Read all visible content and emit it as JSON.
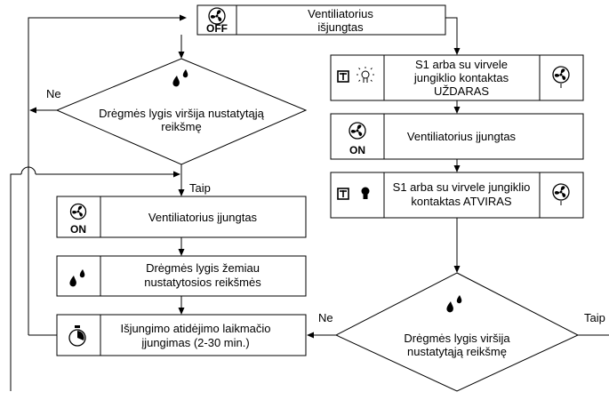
{
  "nodes": {
    "fan_off": {
      "icon_label": "OFF",
      "text_lines": [
        "Ventiliatorius",
        "išjungtas"
      ]
    },
    "humidity_q1": {
      "text_lines": [
        "Drėgmės lygis viršija nustatytąją",
        "reikšmę"
      ]
    },
    "fan_on_left": {
      "icon_label": "ON",
      "text_lines": [
        "Ventiliatorius įjungtas"
      ]
    },
    "humidity_below": {
      "text_lines": [
        "Drėgmės lygis žemiau",
        "nustatytosios reikšmės"
      ]
    },
    "timer": {
      "text_lines": [
        "Išjungimo atidėjimo laikmačio",
        "įjungimas (2-30 min.)"
      ]
    },
    "s1_closed": {
      "text_lines": [
        "S1 arba su virvele",
        "jungiklio kontaktas",
        "UŽDARAS"
      ]
    },
    "fan_on_right": {
      "icon_label": "ON",
      "text_lines": [
        "Ventiliatorius įjungtas"
      ]
    },
    "s1_open": {
      "text_lines": [
        "S1 arba su virvele jungiklio",
        "kontaktas ATVIRAS"
      ]
    },
    "humidity_q2": {
      "text_lines": [
        "Drėgmės lygis viršija",
        "nustatytąją reikšmę"
      ]
    }
  },
  "edge_labels": {
    "q1_no": "Ne",
    "q1_yes": "Taip",
    "q2_no": "Ne",
    "q2_yes": "Taip"
  },
  "icons": {
    "fan": "fan-icon",
    "humidity": "water-drops-icon",
    "timer": "stopwatch-icon",
    "switch": "switch-icon",
    "lamp_on": "lightbulb-on-icon",
    "lamp_off": "lightbulb-off-icon"
  },
  "colors": {
    "line": "#000000",
    "background": "#ffffff"
  }
}
